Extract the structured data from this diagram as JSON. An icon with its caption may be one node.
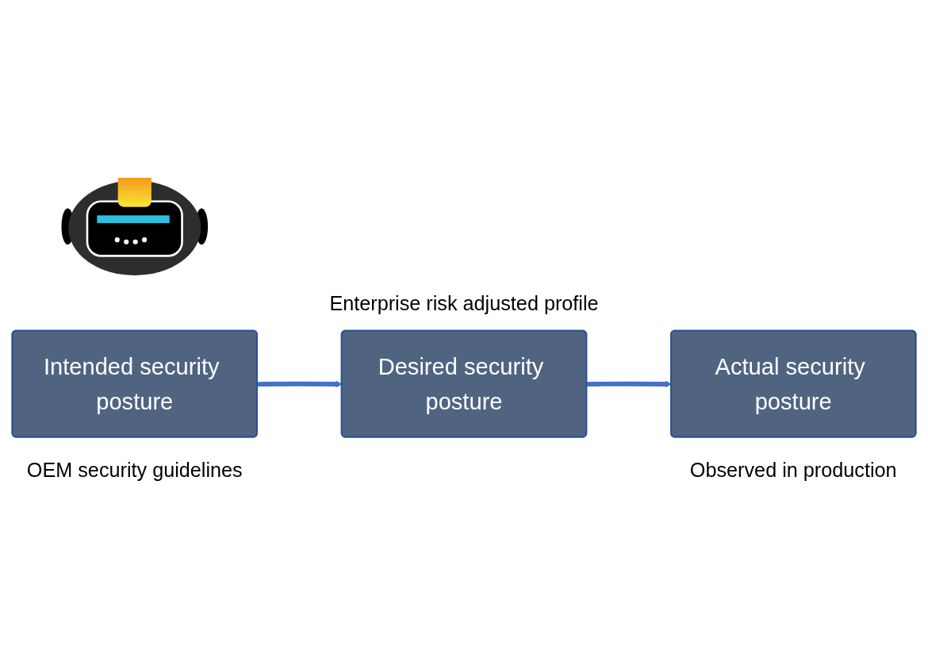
{
  "diagram": {
    "nodes": [
      {
        "text": [
          "Desired security posture"
        ],
        "beside": [
          "Enterprise risk adjusted profile"
        ]
      },
      {
        "text": [],
        "shape": "picture"
      },
      {
        "text": [
          "Intended security posture"
        ],
        "beside": [
          "OEM security guidelines"
        ]
      },
      {
        "text": [
          "Actual security posture"
        ],
        "beside": [
          "Observed in production"
        ]
      }
    ],
    "edges": [
      {
        "from": 2,
        "to": 0,
        "arrow": "to"
      },
      {
        "from": 0,
        "to": 3,
        "arrow": "to"
      }
    ]
  }
}
